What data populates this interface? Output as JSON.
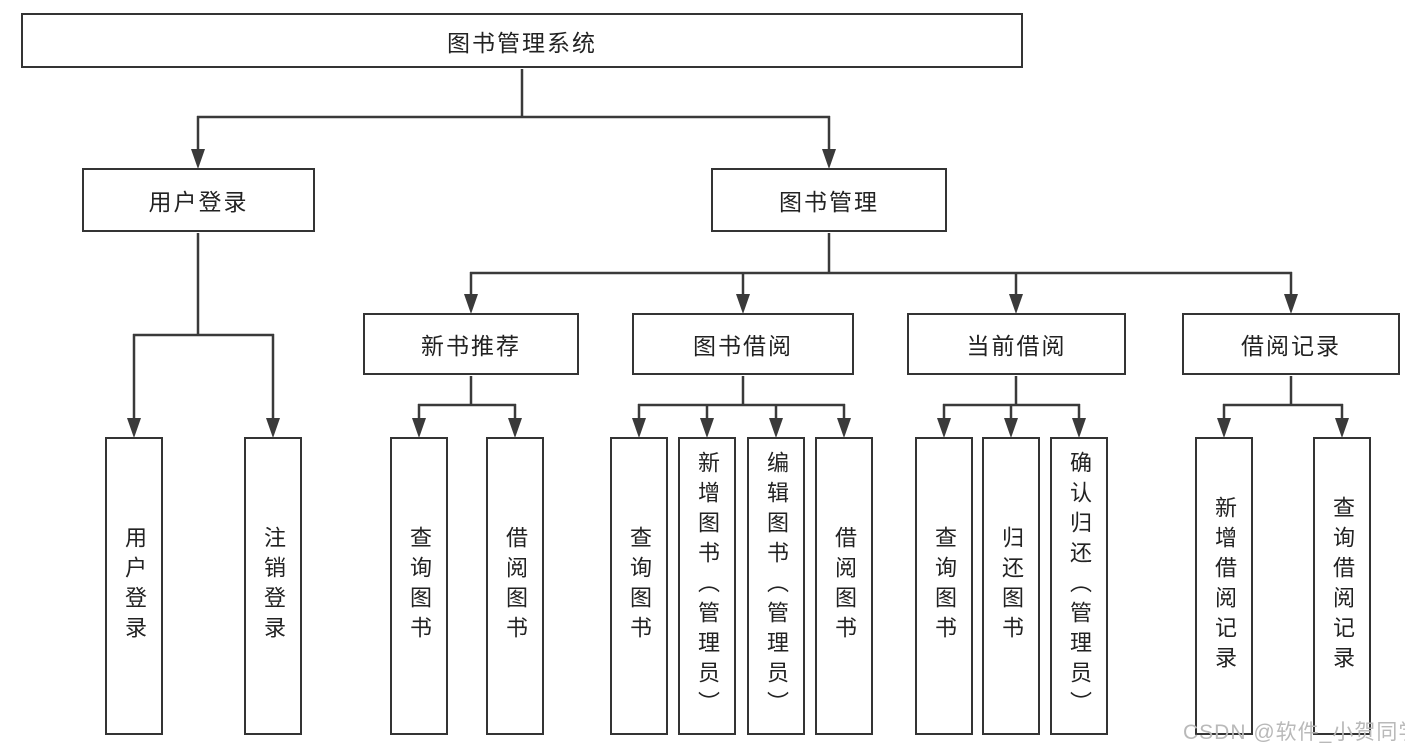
{
  "diagram": {
    "watermark": "CSDN @软件_小贺同学",
    "colors": {
      "line": "#3a3a3a",
      "box_border": "#343434",
      "text": "#222222",
      "watermark": "#b9b9b9",
      "background": "#ffffff"
    }
  },
  "tree": {
    "root": "图书管理系统",
    "branches": [
      {
        "label": "用户登录",
        "children": [
          "用户登录",
          "注销登录"
        ]
      },
      {
        "label": "图书管理",
        "groups": [
          {
            "label": "新书推荐",
            "children": [
              "查询图书",
              "借阅图书"
            ]
          },
          {
            "label": "图书借阅",
            "children": [
              "查询图书",
              "新增图书（管理员）",
              "编辑图书（管理员）",
              "借阅图书"
            ]
          },
          {
            "label": "当前借阅",
            "children": [
              "查询图书",
              "归还图书",
              "确认归还（管理员）"
            ]
          },
          {
            "label": "借阅记录",
            "children": [
              "新增借阅记录",
              "查询借阅记录"
            ]
          }
        ]
      }
    ]
  }
}
